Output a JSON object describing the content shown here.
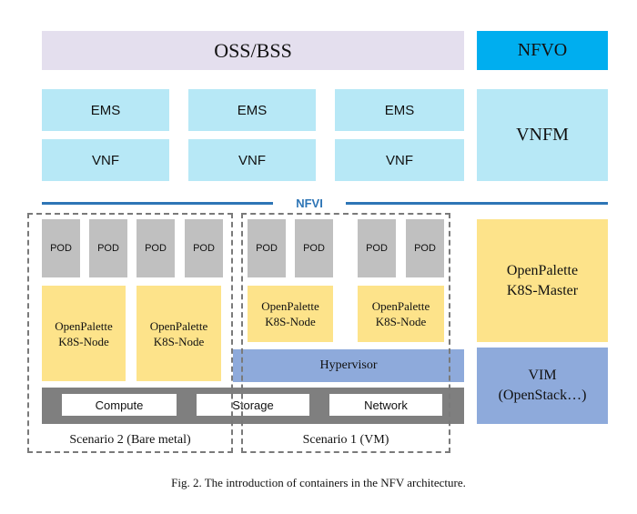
{
  "top": {
    "oss_bss": "OSS/BSS",
    "nfvo": "NFVO"
  },
  "vnf_columns": [
    {
      "ems": "EMS",
      "vnf": "VNF"
    },
    {
      "ems": "EMS",
      "vnf": "VNF"
    },
    {
      "ems": "EMS",
      "vnf": "VNF"
    }
  ],
  "vnfm": "VNFM",
  "nfvi_label": "NFVI",
  "pod_label": "POD",
  "k8s_node": {
    "line1": "OpenPalette",
    "line2": "K8S-Node"
  },
  "hypervisor": "Hypervisor",
  "resources": {
    "compute": "Compute",
    "storage": "Storage",
    "network": "Network"
  },
  "scenario2_label": "Scenario 2 (Bare metal)",
  "scenario1_label": "Scenario 1 (VM)",
  "k8s_master": {
    "line1": "OpenPalette",
    "line2": "K8S-Master"
  },
  "vim": {
    "line1": "VIM",
    "line2": "(OpenStack…)"
  },
  "caption": "Fig. 2. The introduction of containers in the NFV architecture.",
  "colors": {
    "oss_bss_fill": "#e4dfee",
    "nfvo_fill": "#00aeef",
    "ems_vnf_fill": "#b7e8f6",
    "pod_fill": "#c0c0c0",
    "k8s_fill": "#fde38a",
    "hypervisor_fill": "#8eaadb",
    "resource_bar_fill": "#7f7f7f",
    "nfvi_line": "#2e75b6"
  }
}
